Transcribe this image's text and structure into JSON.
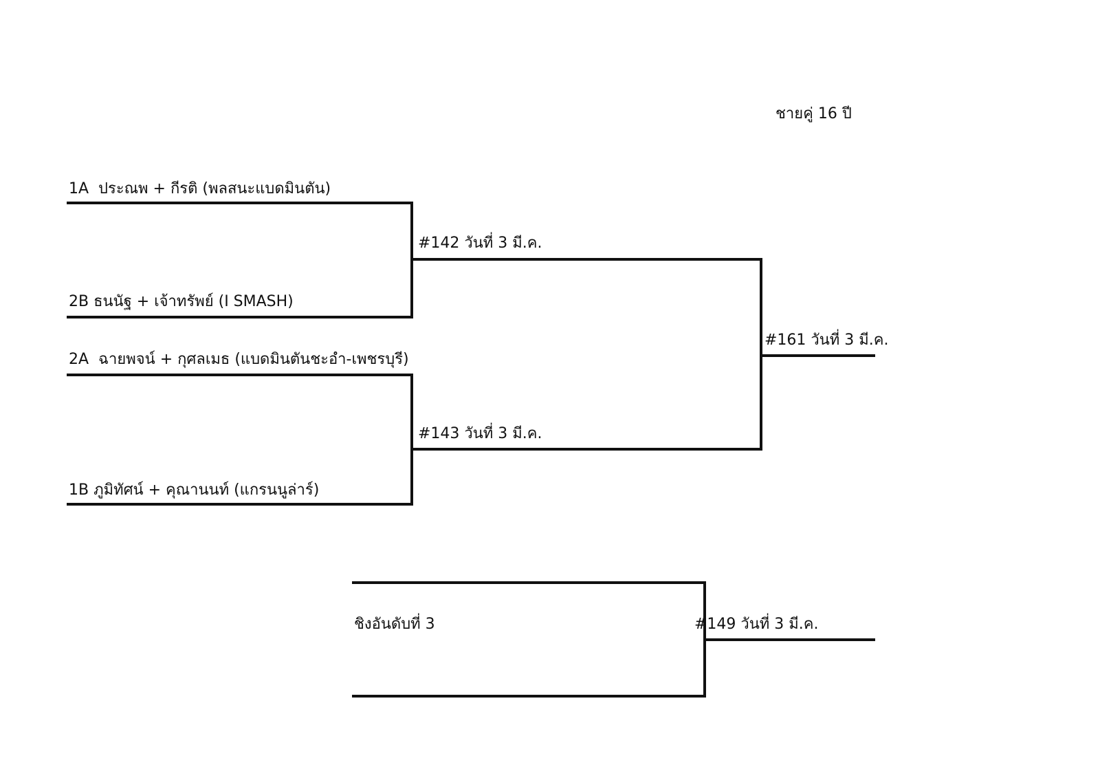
{
  "page": {
    "title": "ชายคู่ 16 ปี",
    "background": "#ffffff",
    "line_color": "#111111",
    "text_color": "#111111"
  },
  "bracket": {
    "round1": {
      "match1": {
        "team_top": "1A  ประณพ + กีรติ (พลสนะแบดมินตัน)",
        "team_bottom": "2B ธนนัฐ + เจ้าทรัพย์ (I SMASH)",
        "label": "#142 วันที่ 3 มี.ค."
      },
      "match2": {
        "team_top": "2A  ฉายพจน์ + กุศลเมธ (แบดมินตันชะอำ-เพชรบุรี)",
        "team_bottom": "1B ภูมิทัศน์ + คุณานนท์ (แกรนนูล่าร์)",
        "label": "#143 วันที่ 3 มี.ค."
      }
    },
    "final": {
      "label": "#161 วันที่ 3 มี.ค."
    },
    "third_place": {
      "title": "ชิงอันดับที่ 3",
      "label": "#149 วันที่ 3 มี.ค."
    }
  }
}
